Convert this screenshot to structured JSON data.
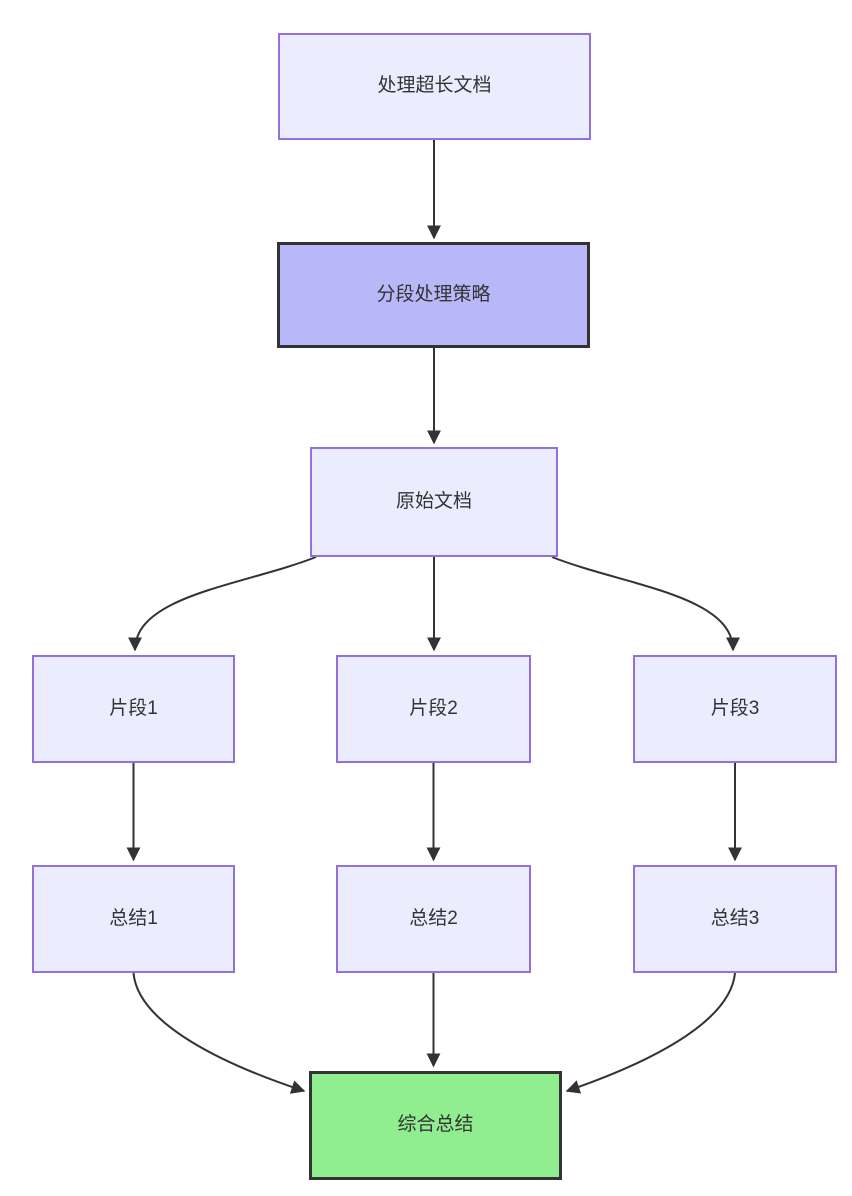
{
  "diagram": {
    "type": "flowchart",
    "direction": "top-down",
    "background_color": "#ffffff",
    "edge_color": "#333333",
    "text_color": "#333333",
    "nodes": [
      {
        "id": "A",
        "label": "处理超长文档",
        "fill": "#ECECFF",
        "border_color": "#9370DB",
        "border_style": "thin"
      },
      {
        "id": "B",
        "label": "分段处理策略",
        "fill": "#b8b8f8",
        "border_color": "#333333",
        "border_style": "thick"
      },
      {
        "id": "C",
        "label": "原始文档",
        "fill": "#ECECFF",
        "border_color": "#9370DB",
        "border_style": "thin"
      },
      {
        "id": "D",
        "label": "片段1",
        "fill": "#ECECFF",
        "border_color": "#9370DB",
        "border_style": "thin"
      },
      {
        "id": "E",
        "label": "片段2",
        "fill": "#ECECFF",
        "border_color": "#9370DB",
        "border_style": "thin"
      },
      {
        "id": "F",
        "label": "片段3",
        "fill": "#ECECFF",
        "border_color": "#9370DB",
        "border_style": "thin"
      },
      {
        "id": "G",
        "label": "总结1",
        "fill": "#ECECFF",
        "border_color": "#9370DB",
        "border_style": "thin"
      },
      {
        "id": "H",
        "label": "总结2",
        "fill": "#ECECFF",
        "border_color": "#9370DB",
        "border_style": "thin"
      },
      {
        "id": "I",
        "label": "总结3",
        "fill": "#ECECFF",
        "border_color": "#9370DB",
        "border_style": "thin"
      },
      {
        "id": "J",
        "label": "综合总结",
        "fill": "#90EE90",
        "border_color": "#333333",
        "border_style": "thick"
      }
    ],
    "edges": [
      {
        "from": "处理超长文档",
        "to": "分段处理策略",
        "arrow": "down"
      },
      {
        "from": "分段处理策略",
        "to": "原始文档",
        "arrow": "down"
      },
      {
        "from": "原始文档",
        "to": "片段1",
        "arrow": "curve-left-down"
      },
      {
        "from": "原始文档",
        "to": "片段2",
        "arrow": "down"
      },
      {
        "from": "原始文档",
        "to": "片段3",
        "arrow": "curve-right-down"
      },
      {
        "from": "片段1",
        "to": "总结1",
        "arrow": "down"
      },
      {
        "from": "片段2",
        "to": "总结2",
        "arrow": "down"
      },
      {
        "from": "片段3",
        "to": "总结3",
        "arrow": "down"
      },
      {
        "from": "总结1",
        "to": "综合总结",
        "arrow": "curve-right-into-left-side"
      },
      {
        "from": "总结2",
        "to": "综合总结",
        "arrow": "down"
      },
      {
        "from": "总结3",
        "to": "综合总结",
        "arrow": "curve-left-into-right-side"
      }
    ]
  }
}
